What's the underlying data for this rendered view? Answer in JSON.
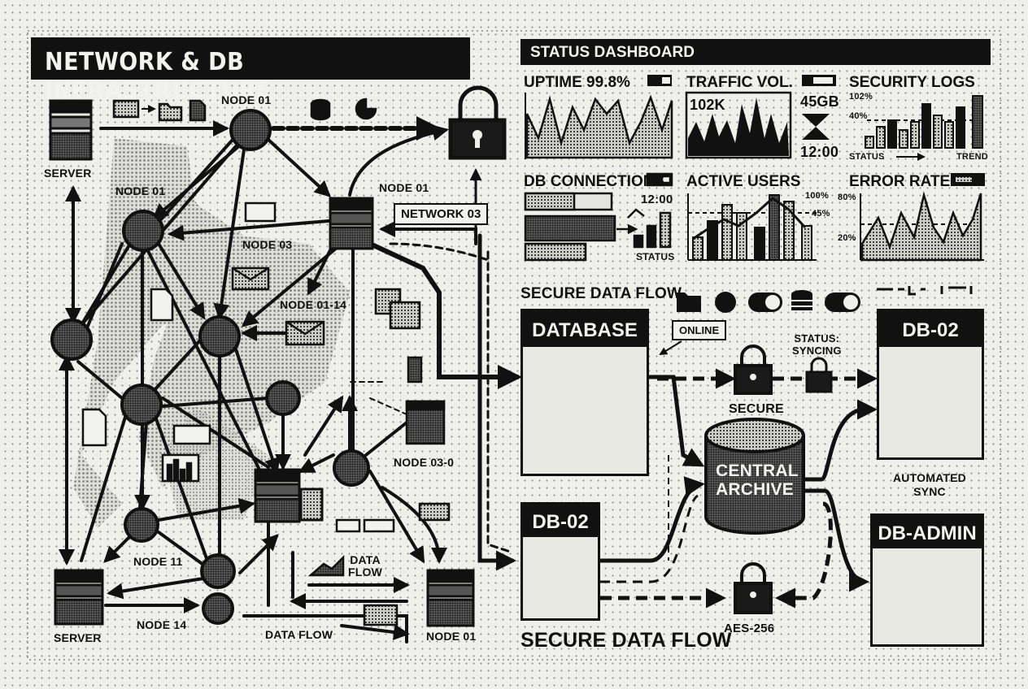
{
  "title": "NETWORK & DB INFRASTRUCTURE",
  "network": {
    "labels": {
      "node01_top": "NODE 01",
      "node01_left": "NODE 01",
      "node01_right": "NODE 01",
      "node03": "NODE 03",
      "network03": "NETWORK 03",
      "node01_14": "NODE 01-14",
      "node03_0": "NODE 03-0",
      "node11": "NODE 11",
      "node14": "NODE 14",
      "node01_bottom": "NODE 01",
      "server_top": "SERVER",
      "server_bottom": "SERVER",
      "data_flow_mid": "DATA\nFLOW",
      "data_flow_bottom": "DATA FLOW"
    }
  },
  "dashboard": {
    "title": "STATUS DASHBOARD",
    "uptime": {
      "label": "UPTIME 99.8%"
    },
    "traffic": {
      "label": "TRAFFIC VOL.",
      "value1": "102K",
      "value2": "45GB",
      "time": "12:00"
    },
    "security_logs": {
      "label": "SECURITY LOGS",
      "y_top": "102%",
      "y_mid": "40%",
      "x_left": "STATUS",
      "x_right": "TREND"
    },
    "db_connections": {
      "label": "DB CONNECTIONS",
      "time": "12:00",
      "status": "STATUS"
    },
    "active_users": {
      "label": "ACTIVE USERS",
      "y_top": "100%",
      "y_mid": "45%"
    },
    "error_rate": {
      "label": "ERROR RATE",
      "y_top": "80%",
      "y_mid": "20%"
    }
  },
  "secure_flow": {
    "title_top": "SECURE DATA FLOW",
    "title_bottom": "SECURE DATA FLOW",
    "database": "DATABASE",
    "online": "ONLINE",
    "secure": "SECURE",
    "status_syncing": "STATUS:\nSYNCING",
    "db02_right": "DB-02",
    "db02_left": "DB-02",
    "central_archive": "CENTRAL\nARCHIVE",
    "automated_sync": "AUTOMATED\nSYNC",
    "db_admin": "DB-ADMIN",
    "aes": "AES-256"
  },
  "colors": {
    "ink": "#111111",
    "paper": "#efefeb",
    "halftone": "#8a8a86"
  }
}
